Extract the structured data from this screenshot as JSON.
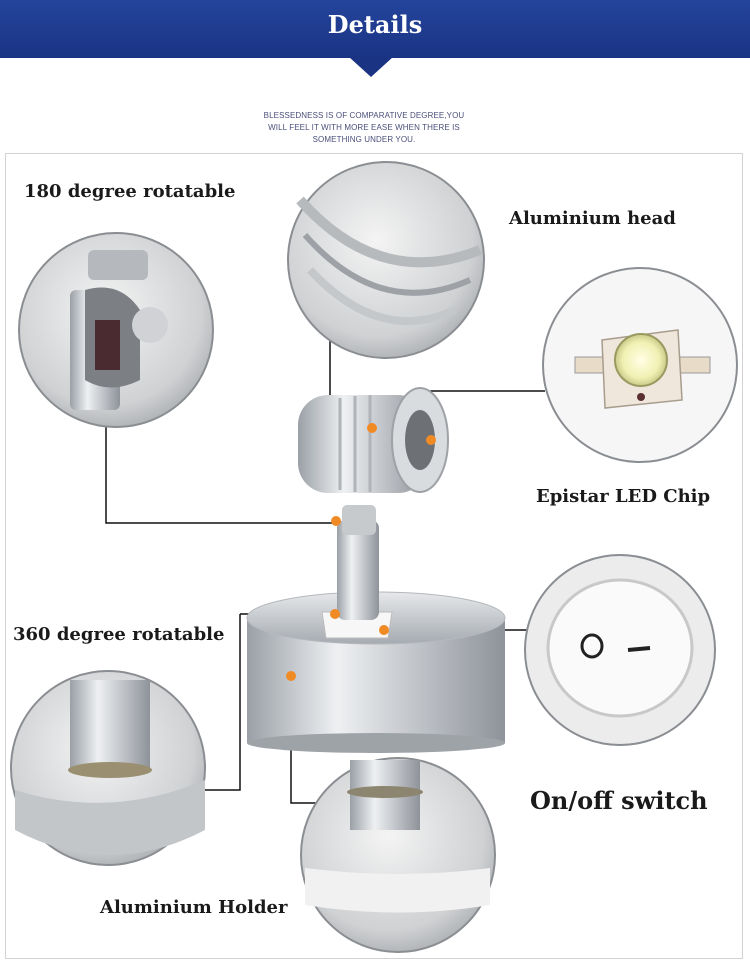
{
  "header": {
    "title": "Details"
  },
  "tagline": {
    "line1": "BLESSEDNESS IS OF COMPARATIVE DEGREE,YOU",
    "line2": "WILL FEEL IT WITH MORE EASE WHEN THERE IS",
    "line3": "SOMETHING UNDER YOU."
  },
  "features": {
    "rotate_180": "180 degree rotatable",
    "aluminium_head": "Aluminium head",
    "led_chip": "Epistar LED Chip",
    "rotate_360": "360 degree rotatable",
    "switch": "On/off switch",
    "holder": "Aluminium Holder"
  },
  "colors": {
    "banner": "#1a3483",
    "marker": "#f08a24",
    "text": "#1a1a1a"
  }
}
